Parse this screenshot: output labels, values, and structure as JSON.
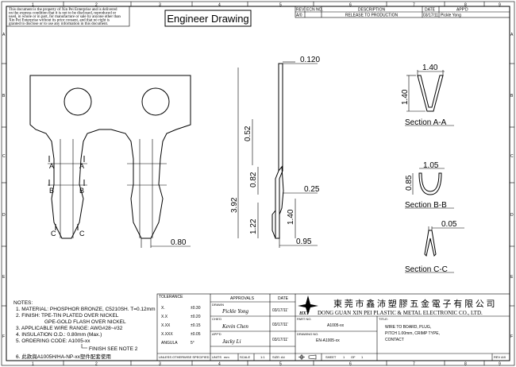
{
  "zones": {
    "columns": [
      "1",
      "2",
      "3",
      "4",
      "5",
      "6",
      "7",
      "8",
      "9"
    ],
    "rows": [
      "A",
      "B",
      "C",
      "D",
      "E",
      "F"
    ]
  },
  "disclaimer": [
    "This document is the property of Xin Pei Enterprise and is delivered",
    "on the express condition that it is not to be disclosed, reproduced or",
    "used, in whole or in part, for manufacture or sale by anyone other than",
    "Xin Pei Enterprise without its prior consent, and that no right is",
    "granted to disclose or to use any information in this document."
  ],
  "title": "Engineer Drawing",
  "revision_table": {
    "headers": [
      "REV",
      "ECN NO.",
      "DESCRIPTION",
      "DATE",
      "APP'D"
    ],
    "rows": [
      [
        "A/0",
        "",
        "RELEASE TO PRODUCTION",
        "03/17/11",
        "Pickle Yong"
      ]
    ]
  },
  "dimensions": {
    "thickness": "0.120",
    "width_aa": "1.40",
    "height_aa": "1.40",
    "d052": "0.52",
    "d082": "0.82",
    "d392": "3.92",
    "d025": "0.25",
    "d122": "1.22",
    "d140": "1.40",
    "d080": "0.80",
    "d095": "0.95",
    "width_bb": "1.05",
    "height_bb": "0.85",
    "tip_cc": "0.05"
  },
  "section_markers": {
    "a": "A",
    "b": "B",
    "c": "C"
  },
  "sections": [
    "Section A-A",
    "Section B-B",
    "Section C-C"
  ],
  "notes": {
    "heading": "NOTES:",
    "items": [
      "1. MATERIAL: PHOSPHOR BRONZE, C5210SH. T=0.12mm",
      "2. FINISH: TPE-TIN PLATED OVER NICKEL",
      "GPE-GOLD FLASH OVER NICKEL",
      "3. APPLICABLE WIRE RANGE: AWG#28~#32",
      "4. INSULATION O.D.: 0.80mm (Max.)",
      "5. ORDERING CODE: A1005-xx",
      "FINISH SEE NOTE 2",
      "6. 此款與A1005H/HA-NP-xx塑件配套使用"
    ]
  },
  "tolerance": {
    "heading": "TOLERANCE",
    "rows": [
      [
        "X.",
        "±0.30"
      ],
      [
        "X.X",
        "±0.20"
      ],
      [
        "X.XX",
        "±0.15"
      ],
      [
        "X.XXX",
        "±0.05"
      ],
      [
        "ANGULA",
        "5°"
      ]
    ],
    "footer": "UNLESS OTHERWISE SPECIFIED"
  },
  "approvals": {
    "heading": "APPROVALS",
    "date_heading": "DATE",
    "rows": [
      {
        "role": "DRAWN",
        "name": "Pickle Yong",
        "date": "03/17/11'"
      },
      {
        "role": "CHK'D",
        "name": "Kevin Chen",
        "date": "03/17/11'"
      },
      {
        "role": "APP'D",
        "name": "Jacky Li",
        "date": "03/17/11'"
      }
    ]
  },
  "company": {
    "logo_text": "HXT",
    "name_cn": "東 莞 市 鑫 沛 塑 膠 五 金 電 子 有 限 公 司",
    "name_en": "DONG GUAN XIN PEI PLASTIC & METAL ELECTRONIC CO., LTD."
  },
  "part": {
    "part_no_label": "PART NO.",
    "part_no": "A1005-xx",
    "drawing_no_label": "DRAWING NO.",
    "drawing_no": "EN-A1005-xx",
    "title_label": "TITLE:",
    "title_lines": [
      "WIRE TO BOARD, PLUG,",
      "PITCH 1.00mm, CRIMP TYPE,",
      "CONTACT"
    ],
    "units_label": "UNITS",
    "units": "mm",
    "scale_label": "SCALE",
    "scale": "1:1",
    "size": "SIZE: A4",
    "sheet_label": "SHEET",
    "sheet": "1",
    "of_label": "OF",
    "sheet_total": "1",
    "rev": "REV A/0"
  }
}
